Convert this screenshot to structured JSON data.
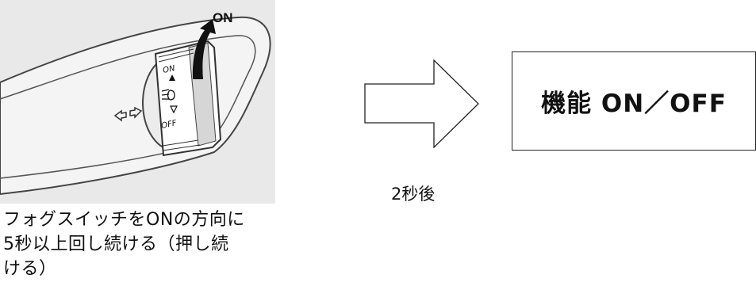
{
  "illustration": {
    "on_label": "ON",
    "switch_on_text": "ON",
    "switch_off_text": "OFF"
  },
  "caption": {
    "line1": "フォグスイッチをONの方向に",
    "line2": "5秒以上回し続ける（押し続",
    "line3": "ける）"
  },
  "delay_label": "2秒後",
  "result_box": {
    "label": "機能 ON／OFF"
  }
}
